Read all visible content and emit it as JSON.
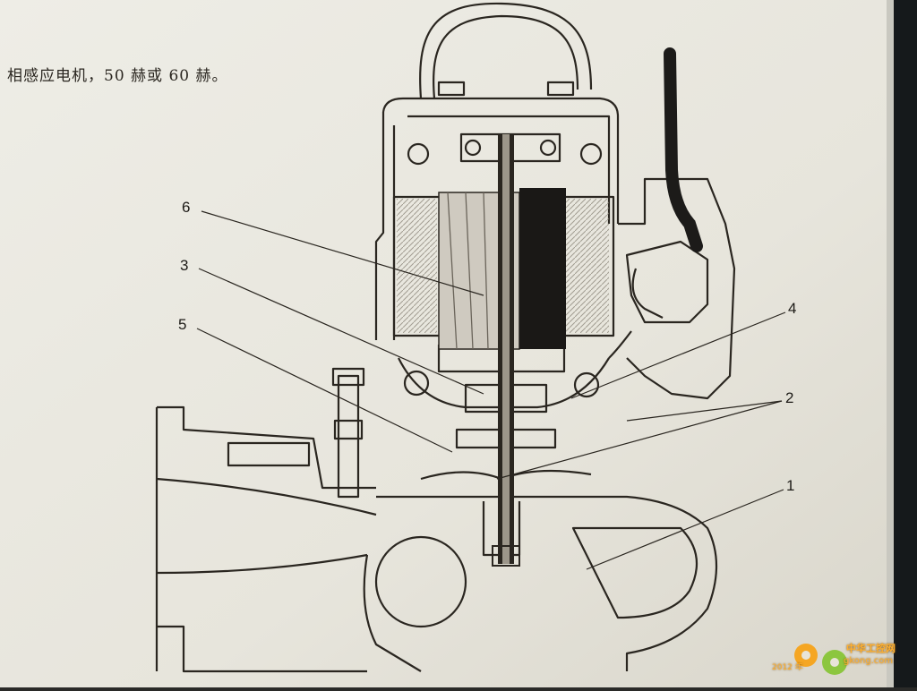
{
  "header": {
    "text": "相感应电机，50 赫或 60 赫。"
  },
  "callouts": [
    {
      "id": "6",
      "label": "6"
    },
    {
      "id": "3",
      "label": "3"
    },
    {
      "id": "5",
      "label": "5"
    },
    {
      "id": "4",
      "label": "4"
    },
    {
      "id": "2",
      "label": "2"
    },
    {
      "id": "1",
      "label": "1"
    }
  ],
  "watermark": {
    "brand": "中华工控网",
    "domain": "gkong.com",
    "timestamp": "2012 年"
  },
  "colors": {
    "paper": "#eeece4",
    "ink": "#2a2620",
    "winding_dark": "#1a1816",
    "winding_light": "#cfcac0",
    "frame_right": "#161a1c"
  }
}
